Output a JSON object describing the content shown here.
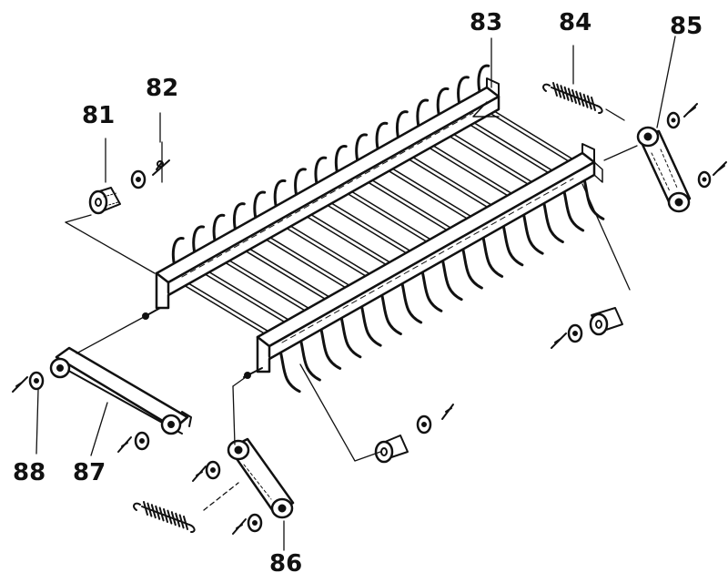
{
  "diagram": {
    "ink_color": "#111111",
    "paper_color": "#ffffff",
    "part_labels": [
      "81",
      "82",
      "83",
      "84",
      "85",
      "86",
      "87",
      "88"
    ]
  }
}
